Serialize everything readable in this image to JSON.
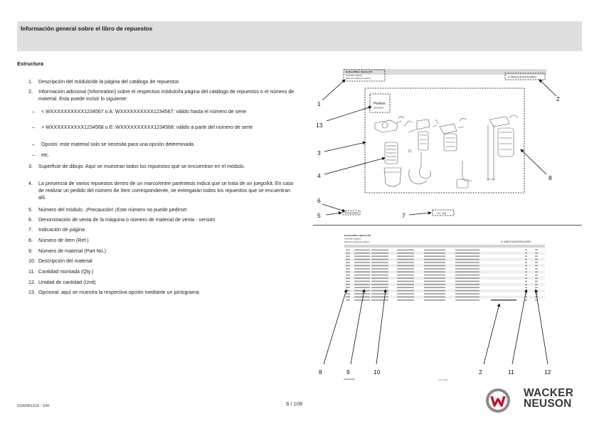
{
  "header": {
    "title": "Información general sobre el libro de repuestos"
  },
  "section": {
    "heading": "Estructura"
  },
  "list_items": [
    {
      "marker": "1.",
      "text": "Descripción del módulo/de la página del catálogo de repuestos"
    },
    {
      "marker": "2.",
      "text": "Información adicional (Information) sobre el respectivo módulo/la página del catálogo de repuestos o el número de material. Esta puede incluir lo siguiente:"
    },
    {
      "marker": "–",
      "text": "< WXXXXXXXXXX1234567 o A: WXXXXXXXXXX1234567: válido hasta el número de serie"
    },
    {
      "marker": "–",
      "text": "> WXXXXXXXXXX1234568 o E: WXXXXXXXXXX1234568: válido a partir del número de serie"
    },
    {
      "marker": "–",
      "text": "Opción: este material solo se necesita para una opción determinada"
    },
    {
      "marker": "–",
      "text": "etc."
    },
    {
      "marker": "3.",
      "text": "Superficie de dibujo: Aquí se muestran todos los repuestos que se encuentran en el módulo."
    },
    {
      "marker": "4.",
      "text": "La presencia de varios repuestos dentro de un marco/entre paréntesis indica que se trata de un juego/kit. En caso de realizar un pedido del número de ítem correspondiente, se entregarán todos los repuestos que se encuentran allí."
    },
    {
      "marker": "5.",
      "text": "Número del módulo. ¡Precaución! ¡Este número no puede pedirse!"
    },
    {
      "marker": "6.",
      "text": "Denominación de venta de la máquina o número de material de venta - versión"
    },
    {
      "marker": "7.",
      "text": "Indicación de página"
    },
    {
      "marker": "8.",
      "text": "Número de ítem (Ref.)"
    },
    {
      "marker": "9.",
      "text": "Número de material (Part No.)"
    },
    {
      "marker": "10.",
      "text": "Descripción del material"
    },
    {
      "marker": "11.",
      "text": "Cantidad montada (Qty.)"
    },
    {
      "marker": "12.",
      "text": "Unidad de cantidad (Unit)"
    },
    {
      "marker": "13.",
      "text": "Opcional: aquí se muestra la respectiva opción mediante un pictograma."
    }
  ],
  "figure_top": {
    "title_lines": [
      "Kraftstofffilter (Option) SP",
      "Fuel filter (option)",
      "Filtre de carburant (option)"
    ],
    "code": "A: WNCE1403CPAL00952",
    "option_label": "Perkins",
    "callouts": [
      "1",
      "2",
      "13",
      "3",
      "4",
      "8",
      "6",
      "5",
      "7"
    ]
  },
  "figure_bottom": {
    "title_lines": [
      "Kraftstofffilter (Option) SP",
      "Fuel filter (option)",
      "Filtre de carburant (option)"
    ],
    "code": "A: WNCE1403CPAL00952",
    "callouts": [
      "8",
      "9",
      "10",
      "2",
      "11",
      "12"
    ],
    "page_ref": "137 / 648"
  },
  "footer": {
    "doc_number": "5100061216 - 100",
    "page": "6 / 108",
    "brand_line1": "WACKER",
    "brand_line2": "NEUSON",
    "logo_icon": "wacker-neuson-w-icon"
  },
  "colors": {
    "header_band": "#dedede",
    "brand_red": "#c8102e",
    "brand_gray": "#8a8a8a"
  }
}
